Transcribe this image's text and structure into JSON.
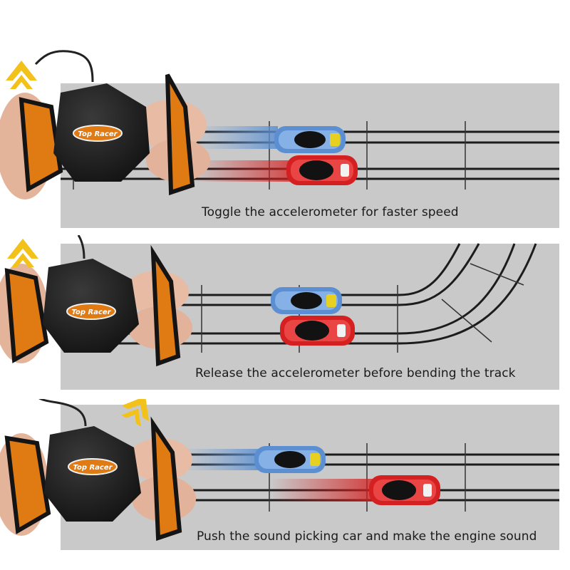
{
  "panels": [
    {
      "caption": "Toggle the accelerometer for faster speed",
      "controller_logo": "Top Racer",
      "lever": "pushed-forward",
      "track": "straight",
      "cars": [
        {
          "name": "blue-car",
          "color": "#5b8fd1",
          "motion": "fast"
        },
        {
          "name": "red-car",
          "color": "#d42020",
          "motion": "fast"
        }
      ]
    },
    {
      "caption": "Release the accelerometer before bending the track",
      "controller_logo": "Top Racer",
      "lever": "released",
      "track": "curve-ahead",
      "cars": [
        {
          "name": "blue-car",
          "color": "#5b8fd1",
          "motion": "slowing"
        },
        {
          "name": "red-car",
          "color": "#d42020",
          "motion": "slowing"
        }
      ]
    },
    {
      "caption": "Push the sound picking car and make the engine sound",
      "controller_logo": "Top Racer",
      "lever": "pushed-side",
      "track": "straight",
      "cars": [
        {
          "name": "blue-car",
          "color": "#5b8fd1",
          "motion": "fast"
        },
        {
          "name": "red-car",
          "color": "#d42020",
          "motion": "fast"
        }
      ]
    }
  ],
  "colors": {
    "track": "#c9c9c9",
    "rail": "#1c1c1c",
    "controller_body": "#1e1e1e",
    "controller_accent": "#e07a12",
    "arrow": "#f2c21a",
    "skin": "#e4b49a"
  }
}
